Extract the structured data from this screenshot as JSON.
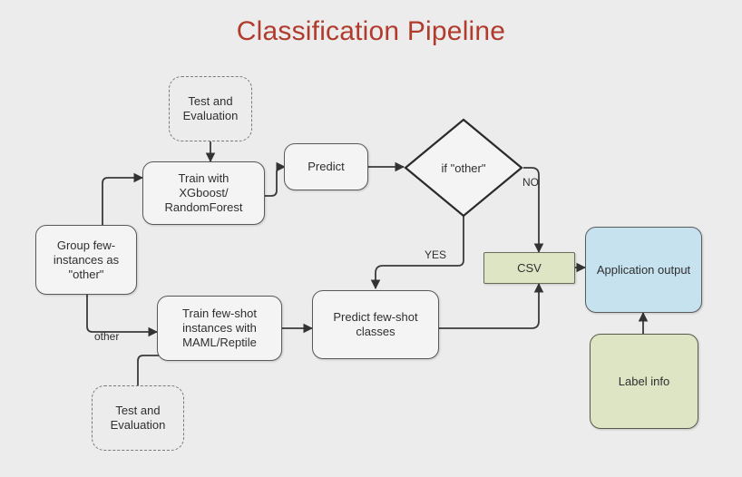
{
  "page": {
    "title": "Classification Pipeline",
    "title_color": "#b13b2c",
    "background_color": "#ececec"
  },
  "diagram": {
    "type": "flowchart",
    "nodes": [
      {
        "id": "test-eval-top",
        "label": "Test and\nEvaluation",
        "shape": "rounded-dashed",
        "fill": "#ececec"
      },
      {
        "id": "train-xgboost",
        "label": "Train with\nXGboost/\nRandomForest",
        "shape": "rounded",
        "fill": "#f4f4f4"
      },
      {
        "id": "predict",
        "label": "Predict",
        "shape": "rounded",
        "fill": "#f4f4f4"
      },
      {
        "id": "if-other",
        "label": "if \"other\"",
        "shape": "diamond",
        "fill": "#f4f4f4"
      },
      {
        "id": "group-few",
        "label": "Group few-\ninstances as\n\"other\"",
        "shape": "rounded",
        "fill": "#f4f4f4"
      },
      {
        "id": "train-few-shot",
        "label": "Train few-shot\ninstances with\nMAML/Reptile",
        "shape": "rounded",
        "fill": "#f4f4f4"
      },
      {
        "id": "predict-few-shot",
        "label": "Predict few-shot\nclasses",
        "shape": "rounded",
        "fill": "#f4f4f4"
      },
      {
        "id": "csv",
        "label": "CSV",
        "shape": "rect",
        "fill": "#dde5c4"
      },
      {
        "id": "app-output",
        "label": "Application output",
        "shape": "rounded",
        "fill": "#c6e2ef"
      },
      {
        "id": "label-info",
        "label": "Label info",
        "shape": "rounded",
        "fill": "#dde5c4"
      },
      {
        "id": "test-eval-bottom",
        "label": "Test and\nEvaluation",
        "shape": "rounded-dashed",
        "fill": "#ececec"
      }
    ],
    "edge_labels": [
      {
        "id": "edge-no",
        "text": "NO"
      },
      {
        "id": "edge-yes",
        "text": "YES"
      },
      {
        "id": "edge-other",
        "text": "other"
      }
    ],
    "edges": [
      {
        "from": "test-eval-top",
        "to": "train-xgboost"
      },
      {
        "from": "group-few",
        "to": "train-xgboost"
      },
      {
        "from": "train-xgboost",
        "to": "predict"
      },
      {
        "from": "predict",
        "to": "if-other"
      },
      {
        "from": "if-other",
        "to": "csv",
        "label": "NO"
      },
      {
        "from": "if-other",
        "to": "predict-few-shot",
        "label": "YES"
      },
      {
        "from": "group-few",
        "to": "train-few-shot",
        "label": "other"
      },
      {
        "from": "test-eval-bottom",
        "to": "train-few-shot"
      },
      {
        "from": "train-few-shot",
        "to": "predict-few-shot"
      },
      {
        "from": "predict-few-shot",
        "to": "csv"
      },
      {
        "from": "csv",
        "to": "app-output"
      },
      {
        "from": "label-info",
        "to": "app-output"
      }
    ]
  }
}
